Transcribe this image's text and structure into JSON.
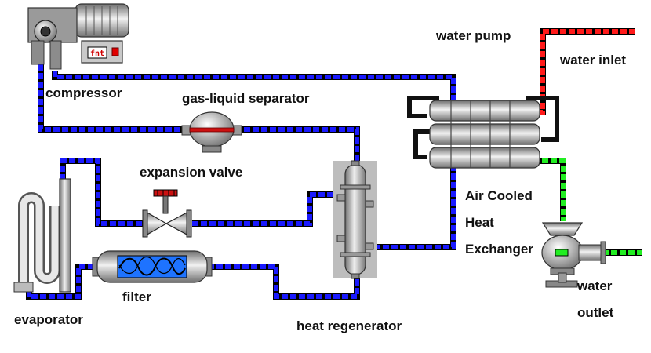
{
  "labels": {
    "water_pump": "water pump",
    "water_inlet": "water inlet",
    "compressor": "compressor",
    "gas_liquid_separator": "gas-liquid separator",
    "expansion_valve": "expansion valve",
    "air_cooled_1": "Air Cooled",
    "air_cooled_2": "Heat",
    "air_cooled_3": "Exchanger",
    "water_outlet_1": "water",
    "water_outlet_2": "outlet",
    "filter": "filter",
    "evaporator": "evaporator",
    "heat_regenerator": "heat regenerator",
    "motor_display": "fnt"
  },
  "colors": {
    "refrigerant_pipe": "#1a1aff",
    "hot_water_pipe": "#ff1a1a",
    "cold_water_pipe": "#22ee22",
    "pipe_outline": "#000000",
    "component_metal": "#b8b8b8",
    "filter_window": "#1e73ff",
    "valve_handle": "#cc1111"
  }
}
